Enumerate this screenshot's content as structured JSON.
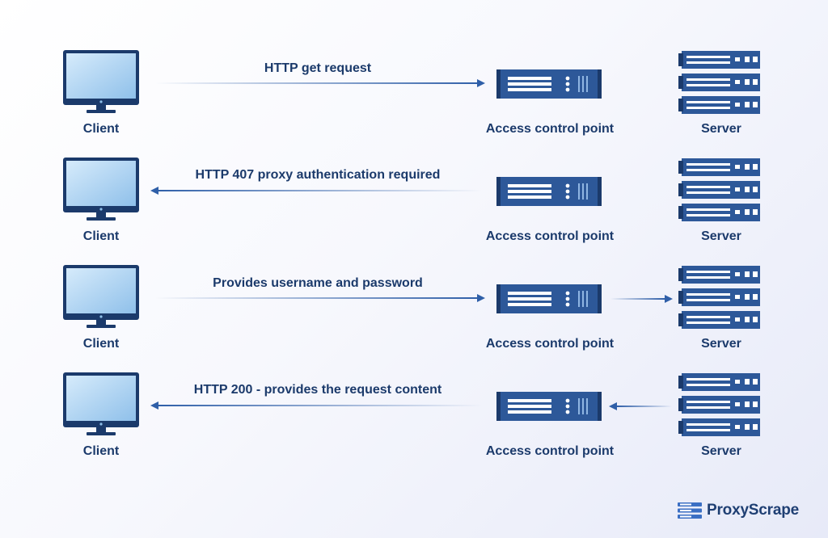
{
  "flows": [
    {
      "message": "HTTP get request",
      "client_label": "Client",
      "acp_label": "Access control point",
      "server_label": "Server"
    },
    {
      "message": "HTTP 407 proxy authentication required",
      "client_label": "Client",
      "acp_label": "Access control point",
      "server_label": "Server"
    },
    {
      "message": "Provides username and password",
      "client_label": "Client",
      "acp_label": "Access control point",
      "server_label": "Server"
    },
    {
      "message": "HTTP 200 - provides the request content",
      "client_label": "Client",
      "acp_label": "Access control point",
      "server_label": "Server"
    }
  ],
  "brand": {
    "name": "ProxyScrape",
    "logo_icon": "server-stack-logo-icon"
  },
  "colors": {
    "primary": "#1b3a6b",
    "accent": "#2f5fa8",
    "screen_light": "#c9e3f8",
    "screen_dark": "#8ec1ea"
  }
}
